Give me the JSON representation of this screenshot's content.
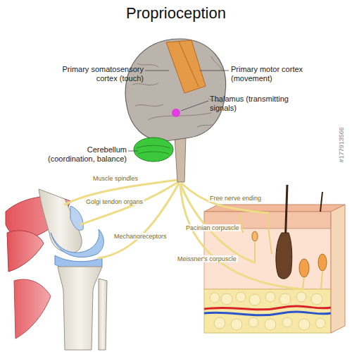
{
  "diagram": {
    "title": "Proprioception",
    "labels": [
      "Primary somatosensory cortex (touch)",
      "Primary motor cortex (movement)",
      "Thalamus (transmitting signals)",
      "Cerebellum (coordination, balance)",
      "Muscle spindles",
      "Golgi tendon organs",
      "Free nerve ending",
      "Mechanoreceptors",
      "Pacinian corpuscle",
      "Meissner's corpuscle",
      "#177913566"
    ]
  }
}
